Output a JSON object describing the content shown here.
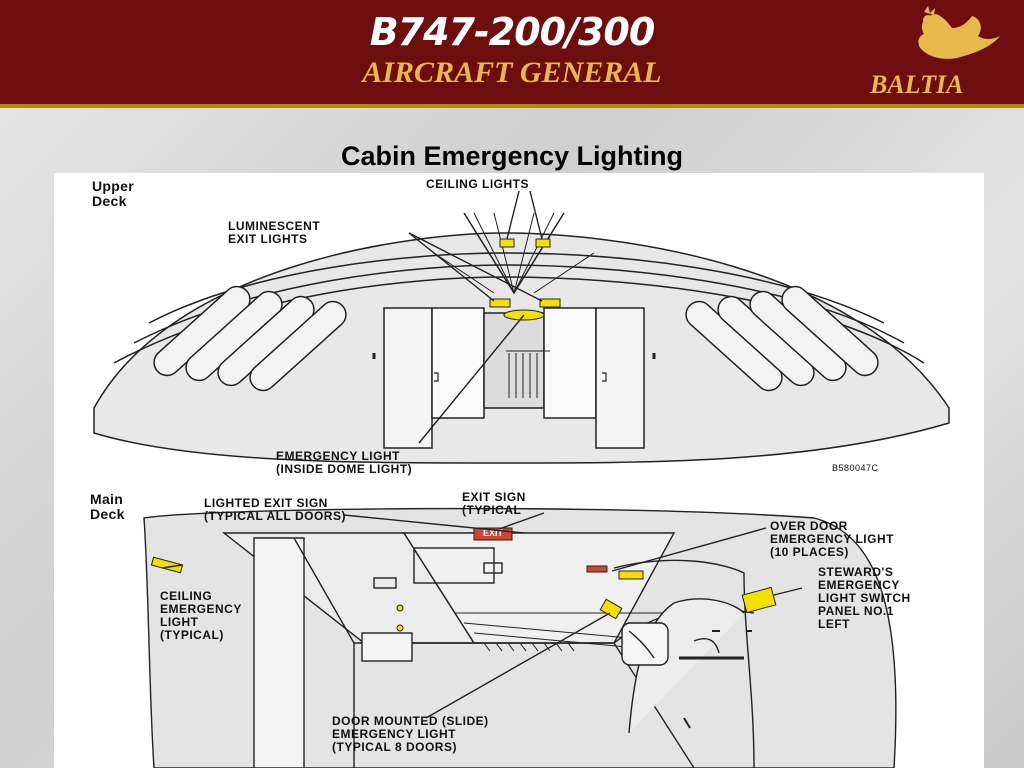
{
  "header": {
    "title": "B747-200/300",
    "subtitle": "AIRCRAFT GENERAL",
    "logo_text": "BALTIA",
    "colors": {
      "background": "#6e0d0d",
      "title": "#ffffff",
      "subtitle": "#e7b84c",
      "accent": "#b8860b"
    }
  },
  "diagram": {
    "title": "Cabin Emergency Lighting",
    "upper_deck": {
      "deck_label": "Upper\nDeck",
      "labels": {
        "ceiling_lights": "CEILING LIGHTS",
        "luminescent_exit": "LUMINESCENT\nEXIT LIGHTS",
        "emergency_light": "EMERGENCY LIGHT\n(INSIDE DOME LIGHT)"
      },
      "figure_code": "B580047C"
    },
    "main_deck": {
      "deck_label": "Main\nDeck",
      "labels": {
        "lighted_exit_sign": "LIGHTED EXIT SIGN\n(TYPICAL ALL DOORS)",
        "exit_sign": "EXIT SIGN\n(TYPICAL",
        "over_door": "OVER DOOR\nEMERGENCY LIGHT\n(10 PLACES)",
        "steward_panel": "STEWARD'S\nEMERGENCY\nLIGHT SWITCH\nPANEL NO.1\nLEFT",
        "ceiling_emergency": "CEILING\nEMERGENCY\nLIGHT\n(TYPICAL)",
        "door_mounted": "DOOR MOUNTED (SLIDE)\nEMERGENCY LIGHT\n(TYPICAL 8 DOORS)"
      },
      "exit_sign_text": "EXIT"
    },
    "colors": {
      "light_yellow": "#f2e000",
      "exit_red": "#d2452d",
      "cabin_gray": "#e4e4e4",
      "line": "#222222"
    }
  }
}
